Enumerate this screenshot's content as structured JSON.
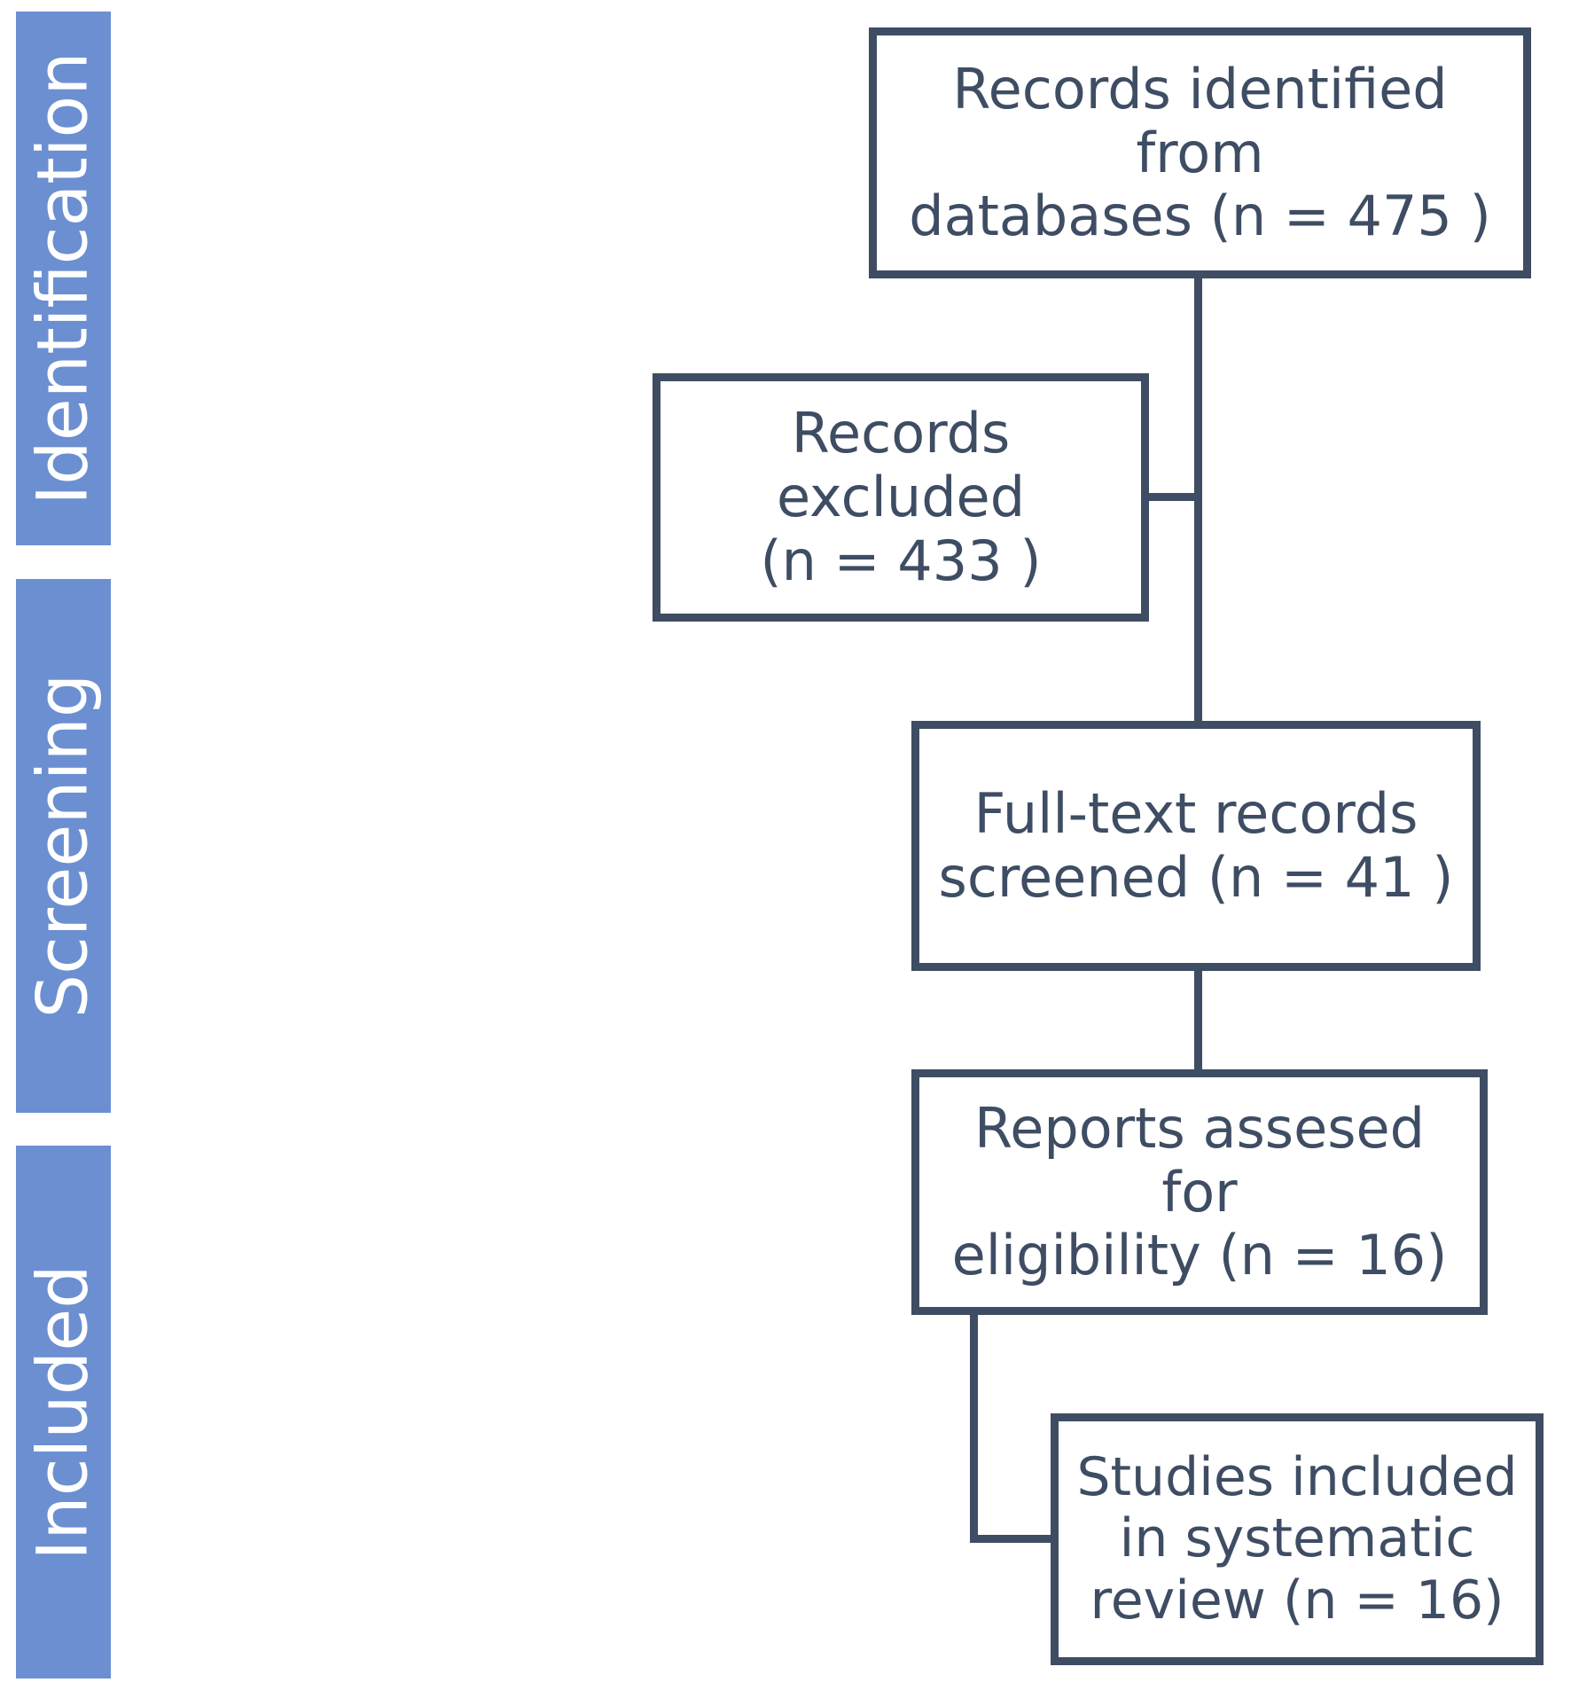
{
  "diagram": {
    "title": "PRISMA flow diagram",
    "type": "flowchart",
    "colors": {
      "stage_bar": "#6B8FD1",
      "stage_bar_label": "#FFFFFF",
      "box_border": "#3E4D63",
      "box_text": "#3E4D63",
      "box_fill": "#FFFFFF",
      "connector": "#3E4D63",
      "background": "#FFFFFF"
    },
    "stages": [
      {
        "id": "identification",
        "label": "Identification"
      },
      {
        "id": "screening",
        "label": "Screening"
      },
      {
        "id": "included",
        "label": "Included"
      }
    ],
    "boxes": [
      {
        "id": "records-identified",
        "stage": "identification",
        "line1": "Records identified from",
        "line2": "databases (n = 475 )",
        "count": 475
      },
      {
        "id": "records-excluded",
        "stage": "screening",
        "line1": "Records excluded",
        "line2": "(n = 433 )",
        "count": 433
      },
      {
        "id": "full-text-screened",
        "stage": "screening",
        "line1": "Full-text records",
        "line2": "screened (n = 41 )",
        "count": 41
      },
      {
        "id": "reports-assessed",
        "stage": "screening",
        "line1": "Reports assesed for",
        "line2": "eligibility (n = 16)",
        "count": 16
      },
      {
        "id": "studies-included",
        "stage": "included",
        "line1": "Studies included",
        "line2": "in systematic",
        "line3": "review (n = 16)",
        "count": 16
      }
    ],
    "connectors": [
      {
        "id": "identified-to-trunk",
        "from": "records-identified",
        "to": "full-text-screened"
      },
      {
        "id": "trunk-to-excluded",
        "from": "records-identified",
        "to": "records-excluded"
      },
      {
        "id": "screened-to-assessed",
        "from": "full-text-screened",
        "to": "reports-assessed"
      },
      {
        "id": "assessed-to-included",
        "from": "reports-assessed",
        "to": "studies-included"
      }
    ]
  }
}
